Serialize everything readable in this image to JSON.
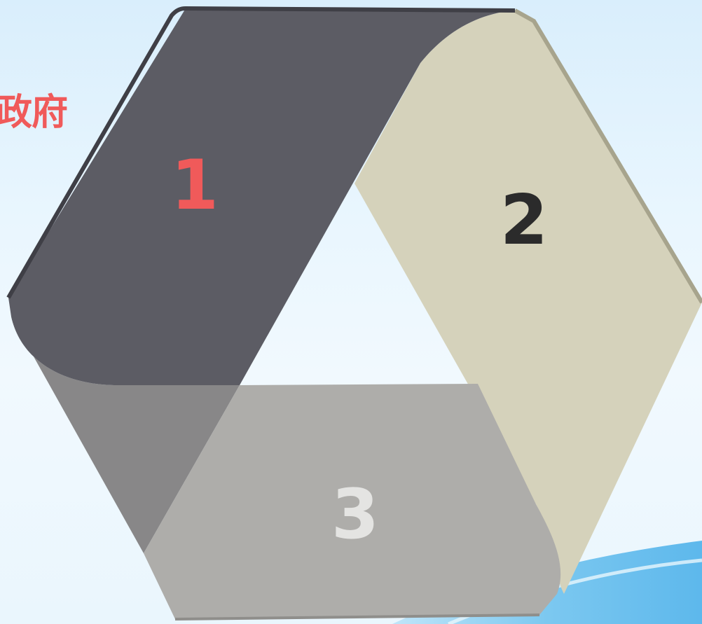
{
  "heading_fragment": "政府",
  "colors": {
    "segment_1": "#5c5c64",
    "segment_2": "#d5d2bb",
    "segment_3": "#aeadaa",
    "segment_3_shadow": "#888788",
    "label_1": "#f05a5a",
    "label_2": "#2b2b2b",
    "label_3": "#e4e4e2",
    "background": "#e9f6fe",
    "wave": "#7cc8f0",
    "heading": "#f05a5a"
  },
  "segments": [
    {
      "label": "1"
    },
    {
      "label": "2"
    },
    {
      "label": "3"
    }
  ]
}
